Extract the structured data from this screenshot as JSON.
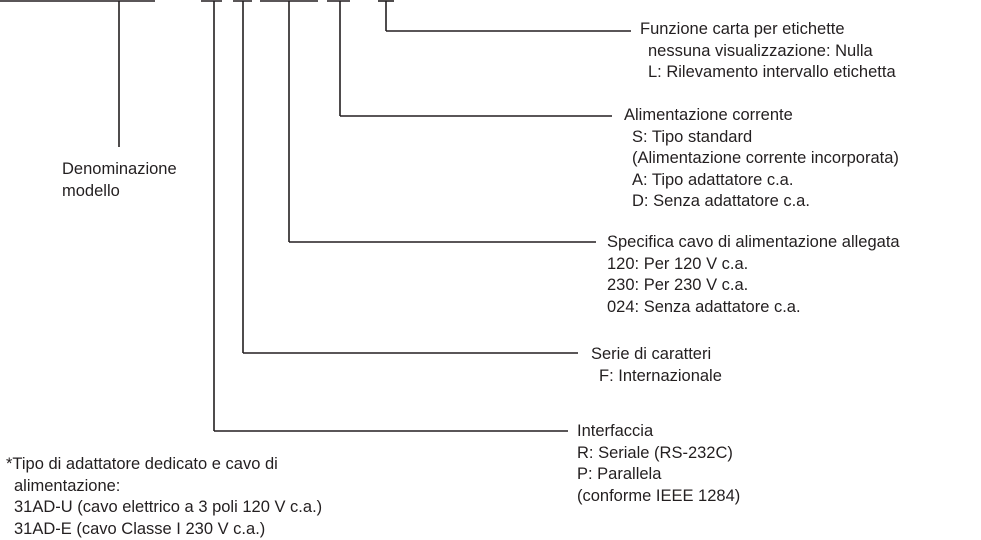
{
  "model_name": {
    "line1": "Denominazione",
    "line2": "modello"
  },
  "callouts": {
    "label_paper": {
      "title": "Funzione carta per etichette",
      "options": [
        "nessuna visualizzazione: Nulla",
        "L: Rilevamento intervallo etichetta"
      ]
    },
    "power_supply": {
      "title": "Alimentazione corrente",
      "options": [
        "S: Tipo standard",
        "(Alimentazione corrente incorporata)",
        "A: Tipo adattatore c.a.",
        "D: Senza adattatore c.a."
      ]
    },
    "power_cable": {
      "title": "Specifica cavo di alimentazione allegata",
      "options": [
        "120: Per 120 V c.a.",
        "230: Per 230 V c.a.",
        "024: Senza adattatore c.a."
      ]
    },
    "character_set": {
      "title": "Serie di caratteri",
      "options": [
        "F: Internazionale"
      ]
    },
    "interface": {
      "title": "Interfaccia",
      "options": [
        "R: Seriale (RS-232C)",
        "P: Parallela",
        "(conforme IEEE 1284)"
      ]
    }
  },
  "footnote": {
    "lines": [
      "*Tipo di adattatore dedicato e cavo di",
      "alimentazione:",
      "31AD-U (cavo elettrico a 3 poli 120 V c.a.)",
      "31AD-E (cavo Classe I 230 V c.a.)"
    ]
  }
}
